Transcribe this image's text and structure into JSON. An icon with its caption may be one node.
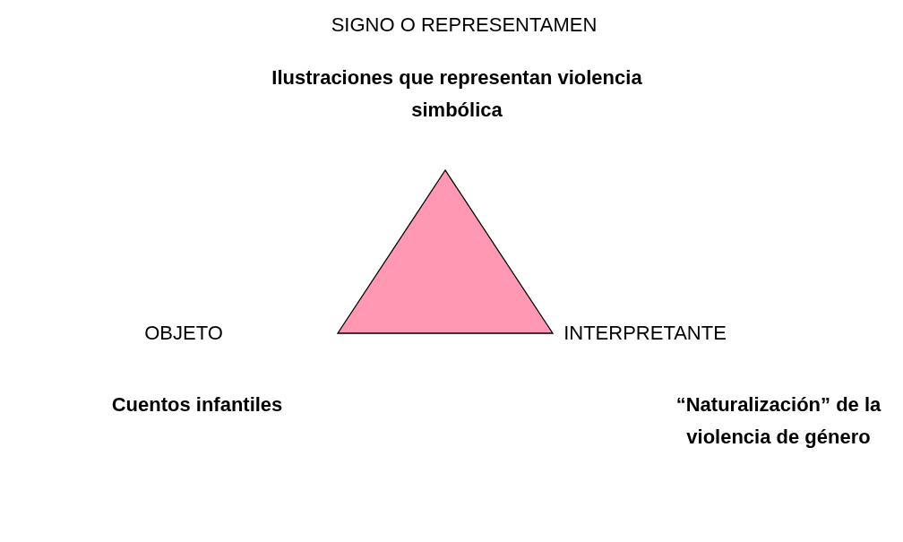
{
  "diagram": {
    "labels": [
      "SIGNO O REPRESENTAMEN",
      "Ilustraciones que representan violencia simbólica",
      "OBJETO",
      "INTERPRETANTE",
      "Cuentos infantiles",
      "“Naturalización” de la violencia de género"
    ]
  }
}
